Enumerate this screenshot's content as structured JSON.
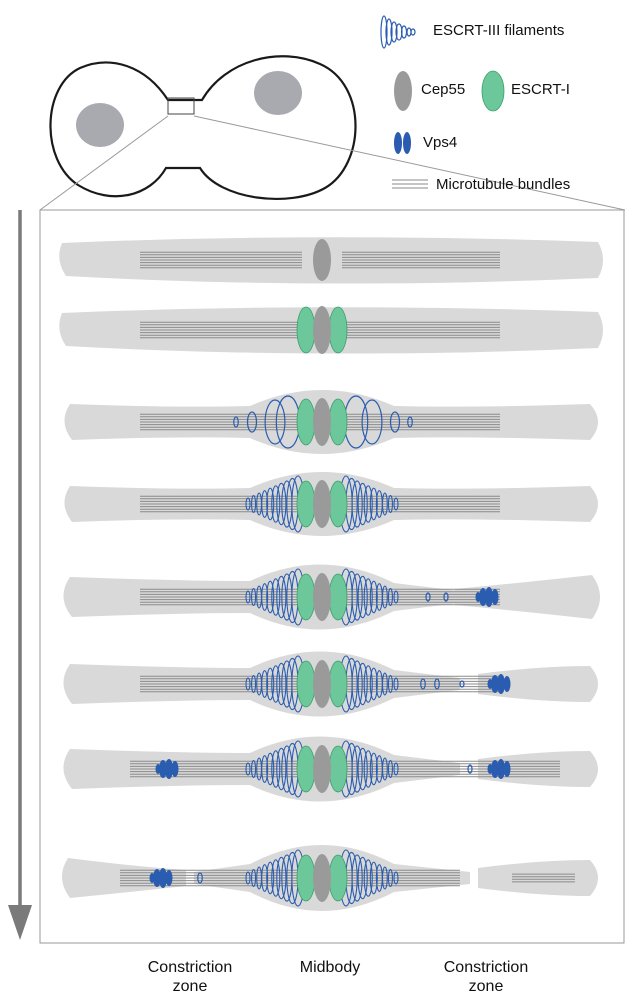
{
  "legend": {
    "escrt3": "ESCRT-III filaments",
    "cep55": "Cep55",
    "escrt1": "ESCRT-I",
    "vps4": "Vps4",
    "microtubules": "Microtubule bundles"
  },
  "bottom_labels": {
    "left_line1": "Constriction",
    "left_line2": "zone",
    "center": "Midbody",
    "right_line1": "Constriction",
    "right_line2": "zone"
  },
  "colors": {
    "escrt3_blue": "#2a5db0",
    "vps4_blue": "#2a5db0",
    "cep55_gray": "#9a9a9a",
    "escrt1_green": "#6cc79a",
    "cell_gray": "#d9d9d9",
    "microtubule": "#8a8a8a"
  },
  "stages": [
    {
      "step": 1,
      "escrt1": false,
      "escrt3": "none",
      "left_split": false,
      "right_split": false,
      "left_vps4": false,
      "right_vps4": false
    },
    {
      "step": 2,
      "escrt1": true,
      "escrt3": "none",
      "left_split": false,
      "right_split": false,
      "left_vps4": false,
      "right_vps4": false
    },
    {
      "step": 3,
      "escrt1": true,
      "escrt3": "rings",
      "left_split": false,
      "right_split": false,
      "left_vps4": false,
      "right_vps4": false
    },
    {
      "step": 4,
      "escrt1": true,
      "escrt3": "cones",
      "left_split": false,
      "right_split": false,
      "left_vps4": false,
      "right_vps4": false
    },
    {
      "step": 5,
      "escrt1": true,
      "escrt3": "cones",
      "left_split": false,
      "right_split": false,
      "left_vps4": false,
      "right_vps4": true
    },
    {
      "step": 6,
      "escrt1": true,
      "escrt3": "cones",
      "left_split": false,
      "right_split": true,
      "left_vps4": false,
      "right_vps4": true
    },
    {
      "step": 7,
      "escrt1": true,
      "escrt3": "cones",
      "left_split": false,
      "right_split": true,
      "left_vps4": true,
      "right_vps4": true
    },
    {
      "step": 8,
      "escrt1": true,
      "escrt3": "cones",
      "left_split": true,
      "right_split": true,
      "left_vps4": true,
      "right_vps4": false
    }
  ]
}
